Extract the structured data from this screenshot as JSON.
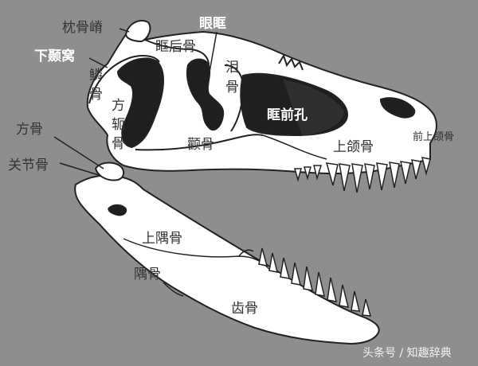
{
  "colors": {
    "background": "#8e8e8e",
    "bone": "#ffffff",
    "opening": "#1f1f1f",
    "outline": "#222222",
    "label": "#333333",
    "label_on_dark": "#ffffff"
  },
  "labels": {
    "occipital_crest": "枕骨嵴",
    "postorbital": "眶后骨",
    "orbit": "眼眶",
    "infratemporal_fenestra": "下颞窝",
    "squamosal": "鳞骨",
    "lacrimal": "泪骨",
    "quadratojugal_1": "方",
    "quadratojugal_2": "轭",
    "quadratojugal_3": "骨",
    "antorbital_fenestra": "眶前孔",
    "quadrate": "方骨",
    "jugal": "颧骨",
    "maxilla": "上颌骨",
    "premaxilla": "前上颌骨",
    "articular": "关节骨",
    "surangular": "上隅骨",
    "angular": "隅骨",
    "dentary": "齿骨"
  },
  "watermark": "头条号 / 知趣辞典"
}
